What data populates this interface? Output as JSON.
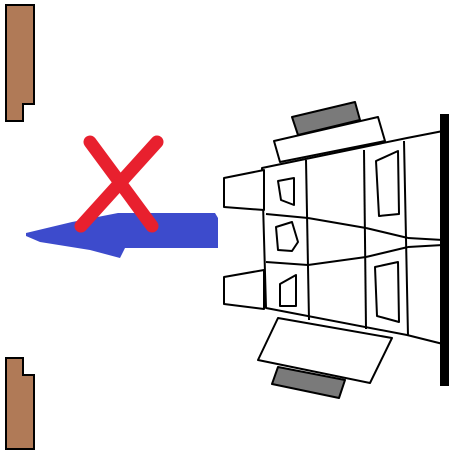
{
  "scene": {
    "background": "#ffffff",
    "wall_color": "#b07a57",
    "arrow_color": "#3d4bcc",
    "cross_color": "#e8202e",
    "tread_color": "#7a7a7a",
    "outline_color": "#000000",
    "elements": [
      "left-wall-top",
      "left-wall-bottom",
      "move-arrow",
      "blocked-cross",
      "vehicle-front-view",
      "wall-barrier"
    ]
  }
}
